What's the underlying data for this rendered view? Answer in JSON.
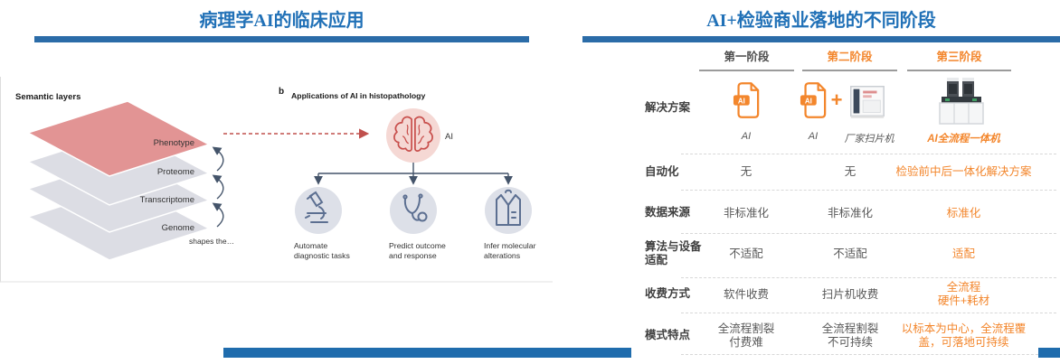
{
  "colors": {
    "title_blue": "#2171B7",
    "bar_blue": "#2B6CA8",
    "bottom_bar_blue": "#1F6CAD",
    "accent_orange": "#F3862C",
    "layer_red": "#E29494",
    "layer_gray": "#DCDDE4",
    "diagram_line": "#44546A",
    "icon_slate": "#5C6F91",
    "app_circle_gray": "#DDE0E8",
    "brain_red": "#C84F4C",
    "brain_circle_pink": "#F5D8D4",
    "dashed_arrow_red": "#C0504D"
  },
  "left_panel": {
    "title": "病理学AI的临床应用",
    "figure": {
      "panel_a_label": "Semantic layers",
      "layers": [
        "Phenotype",
        "Proteome",
        "Transcriptome",
        "Genome"
      ],
      "shapes_note": "shapes the…",
      "panel_b_marker": "b",
      "panel_b_title": "Applications of AI in histopathology",
      "ai_node_label": "AI",
      "applications": [
        {
          "icon": "microscope",
          "line1": "Automate",
          "line2": "diagnostic tasks"
        },
        {
          "icon": "stethoscope",
          "line1": "Predict outcome",
          "line2": "and response"
        },
        {
          "icon": "lab-coat",
          "line1": "Infer molecular",
          "line2": "alterations"
        }
      ]
    }
  },
  "right_panel": {
    "title": "AI+检验商业落地的不同阶段",
    "table": {
      "stage_headers": [
        "第一阶段",
        "第二阶段",
        "第三阶段"
      ],
      "solution_label": "解决方案",
      "solution_row": {
        "ai_badge": "AI",
        "stage1_caption": "AI",
        "plus": "+",
        "stage2_caption_ai": "AI",
        "stage2_caption_scanner": "厂家扫片机",
        "stage3_caption": "AI全流程一体机"
      },
      "rows": [
        {
          "label": "自动化",
          "stage1": "无",
          "stage2": "无",
          "stage3": "检验前中后一体化解决方案"
        },
        {
          "label": "数据来源",
          "stage1": "非标准化",
          "stage2": "非标准化",
          "stage3": "标准化"
        },
        {
          "label": "算法与设备\n适配",
          "stage1": "不适配",
          "stage2": "不适配",
          "stage3": "适配"
        },
        {
          "label": "收费方式",
          "stage1": "软件收费",
          "stage2": "扫片机收费",
          "stage3": "全流程\n硬件+耗材"
        },
        {
          "label": "模式特点",
          "stage1": "全流程割裂\n付费难",
          "stage2": "全流程割裂\n不可持续",
          "stage3": "以标本为中心，全流程覆\n盖，可落地可持续"
        }
      ]
    }
  }
}
